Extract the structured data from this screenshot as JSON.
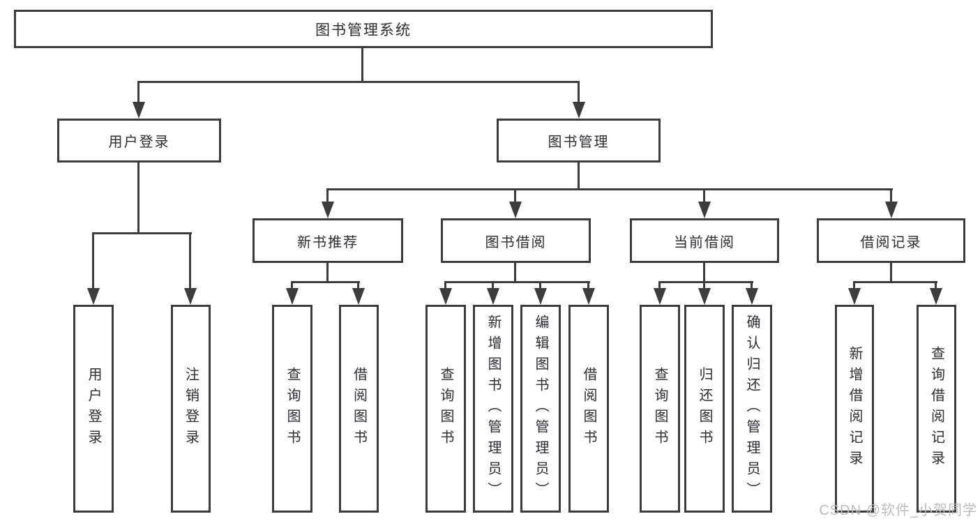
{
  "tree": {
    "label": "图书管理系统",
    "children": [
      {
        "label": "用户登录",
        "children": [
          {
            "label": "用户登录"
          },
          {
            "label": "注销登录"
          }
        ]
      },
      {
        "label": "图书管理",
        "children": [
          {
            "label": "新书推荐",
            "children": [
              {
                "label": "查询图书"
              },
              {
                "label": "借阅图书"
              }
            ]
          },
          {
            "label": "图书借阅",
            "children": [
              {
                "label": "查询图书"
              },
              {
                "label": "新增图书（管理员）"
              },
              {
                "label": "编辑图书（管理员）"
              },
              {
                "label": "借阅图书"
              }
            ]
          },
          {
            "label": "当前借阅",
            "children": [
              {
                "label": "查询图书"
              },
              {
                "label": "归还图书"
              },
              {
                "label": "确认归还（管理员）"
              }
            ]
          },
          {
            "label": "借阅记录",
            "children": [
              {
                "label": "新增借阅记录"
              },
              {
                "label": "查询借阅记录"
              }
            ]
          }
        ]
      }
    ]
  },
  "watermark": {
    "text": "CSDN @软件_小贺同学"
  },
  "colors": {
    "line": "#3c3c3c",
    "box_border": "#3c3c3c",
    "text": "#333333",
    "watermark": "#b8b8be",
    "background": "#ffffff"
  }
}
